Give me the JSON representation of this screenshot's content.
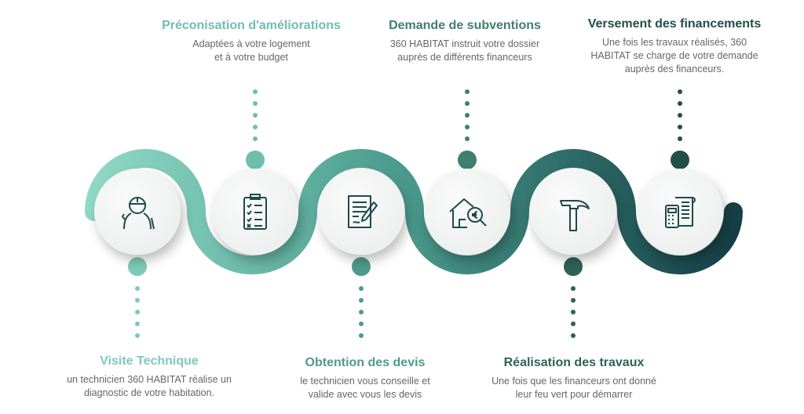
{
  "steps": [
    {
      "title": "Visite Technique",
      "desc": "un technicien 360 HABITAT réalise un diagnostic de votre habitation.",
      "icon": "technician-icon",
      "color": "#7ccbb8"
    },
    {
      "title": "Préconisation d'améliorations",
      "desc": "Adaptées à votre logement et à votre budget",
      "icon": "checklist-clipboard-icon",
      "color": "#6fbfab"
    },
    {
      "title": "Obtention des devis",
      "desc": "le technicien vous conseille et valide avec vous les devis",
      "icon": "signed-document-icon",
      "color": "#4f9b8a"
    },
    {
      "title": "Demande de subventions",
      "desc": "360 HABITAT instruit votre dossier auprès de différents financeurs",
      "icon": "house-euro-search-icon",
      "color": "#3f7f6f"
    },
    {
      "title": "Réalisation des travaux",
      "desc": "Une fois que les financeurs ont donné leur feu vert pour démarrer",
      "icon": "hammer-icon",
      "color": "#2f6256"
    },
    {
      "title": "Versement des financements",
      "desc": "Une fois les travaux réalisés, 360 HABITAT se charge de votre demande auprès des financeurs.",
      "icon": "calculator-receipt-icon",
      "color": "#234f46"
    }
  ]
}
